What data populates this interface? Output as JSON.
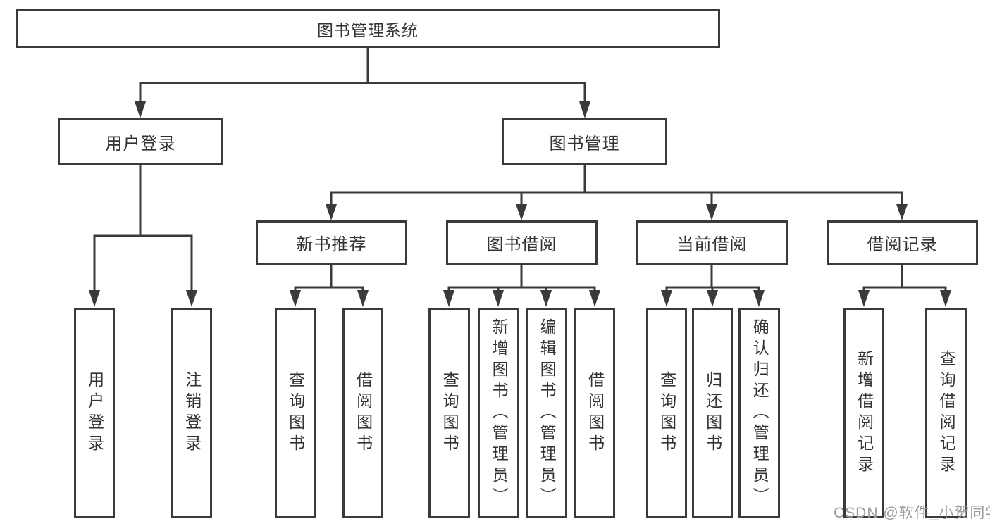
{
  "colors": {
    "line": "#3a3a3a",
    "box_border": "#3a3a3a",
    "text": "#333333",
    "background": "#ffffff",
    "watermark": "#9b9b9b"
  },
  "diagram": {
    "root": {
      "label": "图书管理系统"
    },
    "level2": [
      {
        "label": "用户登录",
        "children": [
          "用户登录",
          "注销登录"
        ]
      },
      {
        "label": "图书管理",
        "sections": [
          {
            "label": "新书推荐",
            "children": [
              "查询图书",
              "借阅图书"
            ]
          },
          {
            "label": "图书借阅",
            "children": [
              "查询图书",
              "新增图书（管理员）",
              "编辑图书（管理员）",
              "借阅图书"
            ]
          },
          {
            "label": "当前借阅",
            "children": [
              "查询图书",
              "归还图书",
              "确认归还（管理员）"
            ]
          },
          {
            "label": "借阅记录",
            "children": [
              "新增借阅记录",
              "查询借阅记录"
            ]
          }
        ]
      }
    ]
  },
  "watermark": {
    "text": "CSDN @软件_小贺同学"
  }
}
